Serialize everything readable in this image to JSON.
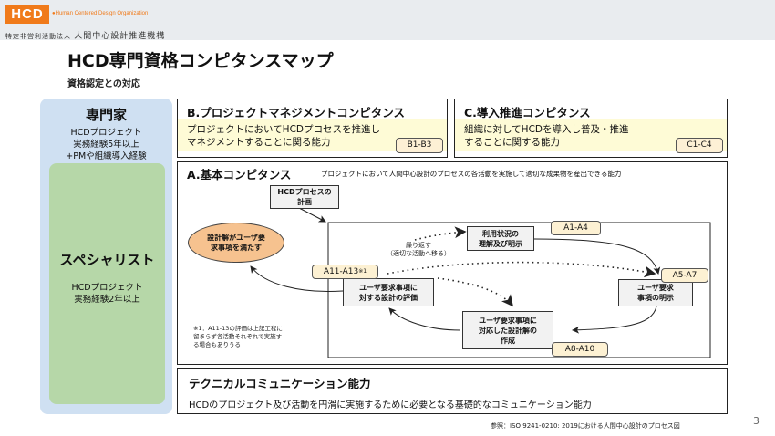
{
  "header": {
    "logo_text": "HCD",
    "logo_tagline": "●Human Centered Design Organization",
    "org_prefix": "特定非営利活動法人",
    "org_name": "人間中心設計推進機構"
  },
  "title": "HCD専門資格コンピタンスマップ",
  "subtitle": "資格認定との対応",
  "qualifications": {
    "expert": {
      "title": "専門家",
      "lines": [
        "HCDプロジェクト",
        "実務経験5年以上",
        "+PMや組織導入経験"
      ]
    },
    "specialist": {
      "title": "スペシャリスト",
      "lines": [
        "HCDプロジェクト",
        "実務経験2年以上"
      ]
    }
  },
  "competencies": {
    "b": {
      "title": "B.プロジェクトマネジメントコンピタンス",
      "desc_lines": [
        "プロジェクトにおいてHCDプロセスを推進し",
        "マネジメントすることに関る能力"
      ],
      "code": "B1-B3"
    },
    "c": {
      "title": "C.導入推進コンピタンス",
      "desc_lines": [
        "組織に対してHCDを導入し普及・推進",
        "することに関する能力"
      ],
      "code": "C1-C4"
    },
    "a": {
      "title": "A.基本コンピタンス",
      "desc": "プロジェクトにおいて人間中心設計のプロセスの各活動を実施して適切な成果物を産出できる能力"
    },
    "technical": {
      "title": "テクニカルコミュニケーション能力",
      "desc": "HCDのプロジェクト及び活動を円滑に実施するために必要となる基礎的なコミュニケーション能力"
    }
  },
  "process": {
    "plan": [
      "HCDプロセスの",
      "計画"
    ],
    "goal": [
      "設計解がユーザ要",
      "求事項を満たす"
    ],
    "context": [
      "利用状況の",
      "理解及び明示"
    ],
    "requirements": [
      "ユーザ要求",
      "事項の明示"
    ],
    "design": [
      "ユーザ要求事項に",
      "対応した設計解の",
      "作成"
    ],
    "evaluate": [
      "ユーザ要求事項に",
      "対する設計の評価"
    ],
    "iterate": [
      "繰り返す",
      "（適切な活動へ移る）"
    ],
    "tags": {
      "context": "A1-A4",
      "requirements": "A5-A7",
      "design": "A8-A10",
      "evaluate": "A11-A13",
      "evaluate_sup": "※1"
    },
    "note": [
      "※1：A11-13の評価は上記工程に",
      "留まらず各活動それぞれで実施す",
      "る場合もありうる"
    ]
  },
  "footer": {
    "reference": "参照：ISO 9241-0210: 2019における人間中心設計のプロセス図",
    "page_number": "3"
  },
  "colors": {
    "brand_orange": "#f07a1a",
    "expert_blue": "#cfe0f2",
    "specialist_green": "#b6d7a8",
    "desc_yellow": "#fefbd6",
    "tag_fill": "#fdf1d3",
    "goal_orange": "#f6c28f"
  }
}
